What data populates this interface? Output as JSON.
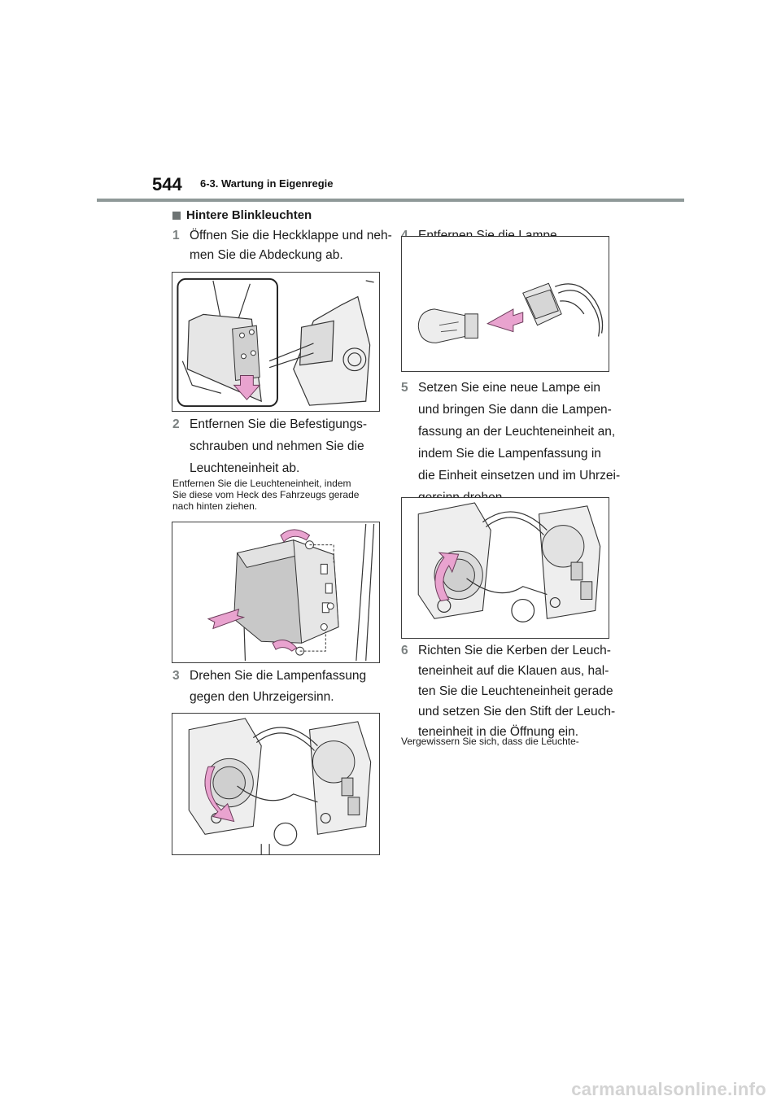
{
  "header": {
    "page_number": "544",
    "section": "6-3. Wartung in Eigenregie"
  },
  "heading": "Hintere Blinkleuchten",
  "steps": [
    {
      "num": "1",
      "lines": [
        "Öffnen Sie die Heckklappe und neh-",
        "men Sie die Abdeckung ab."
      ]
    },
    {
      "num": "2",
      "lines": [
        "Entfernen Sie die Befestigungs-",
        "schrauben und nehmen Sie die",
        "Leuchteneinheit ab."
      ],
      "note": [
        "Entfernen Sie die Leuchteneinheit, indem",
        "Sie diese vom Heck des Fahrzeugs gerade",
        "nach hinten ziehen."
      ]
    },
    {
      "num": "3",
      "lines": [
        "Drehen Sie die Lampenfassung",
        "gegen den Uhrzeigersinn."
      ]
    },
    {
      "num": "4",
      "lines": [
        "Entfernen Sie die Lampe."
      ]
    },
    {
      "num": "5",
      "lines": [
        "Setzen Sie eine neue Lampe ein",
        "und bringen Sie dann die Lampen-",
        "fassung an der Leuchteneinheit an,",
        "indem Sie die Lampenfassung in",
        "die Einheit einsetzen und im Uhrzei-",
        "gersinn drehen."
      ]
    },
    {
      "num": "6",
      "lines": [
        "Richten Sie die Kerben der Leuch-",
        "teneinheit auf die Klauen aus, hal-",
        "ten Sie die Leuchteneinheit gerade",
        "und setzen Sie den Stift der Leuch-",
        "teneinheit in die Öffnung ein."
      ],
      "note": [
        "Vergewissern Sie sich, dass die Leuchte-"
      ]
    }
  ],
  "watermark": "carmanualsonline.info",
  "colors": {
    "accent_arrow": "#e9a3cf",
    "rule": "#8f9998",
    "step_number": "#7b8181"
  }
}
